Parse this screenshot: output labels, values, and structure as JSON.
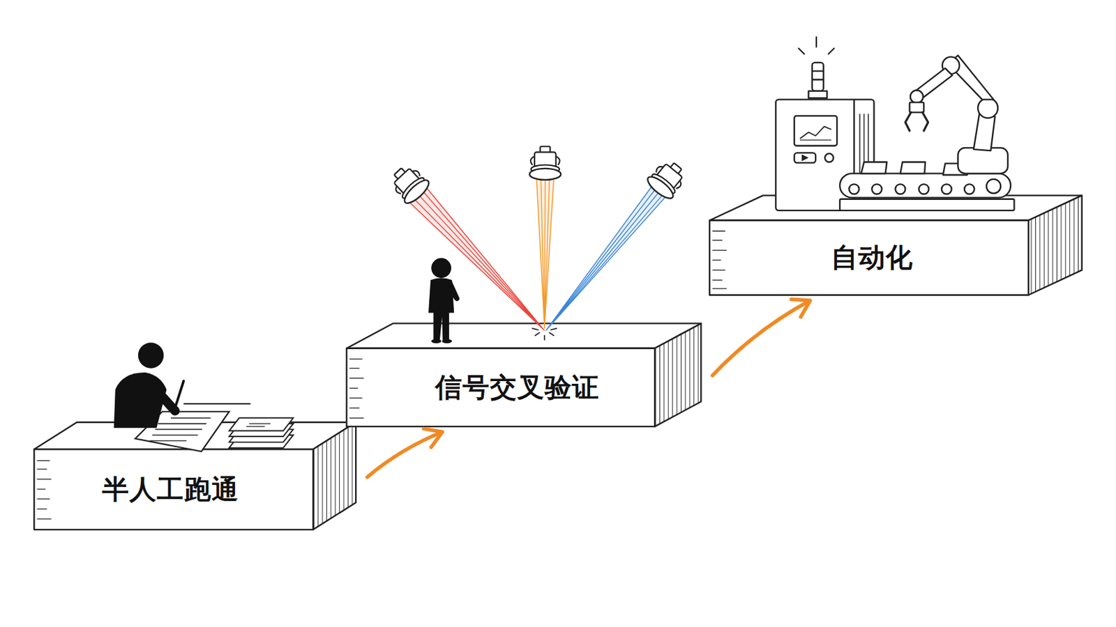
{
  "diagram": {
    "nodes": [
      {
        "text": [
          "半人工跑通"
        ]
      },
      {
        "text": [
          "信号交叉验证"
        ]
      },
      {
        "text": [
          "自动化"
        ]
      }
    ],
    "edges": [
      {
        "from": 0,
        "to": 1,
        "arrow": "to"
      },
      {
        "from": 1,
        "to": 2,
        "arrow": "to"
      }
    ]
  }
}
